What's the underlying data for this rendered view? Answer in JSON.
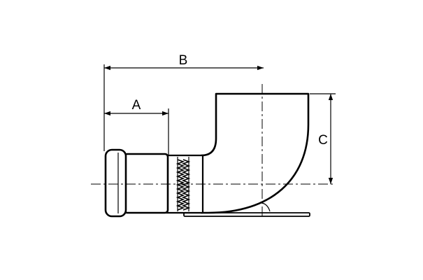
{
  "dimensions": {
    "a": {
      "label": "A"
    },
    "b": {
      "label": "B"
    },
    "c": {
      "label": "C"
    }
  },
  "colors": {
    "line": "#000000",
    "background": "#ffffff"
  }
}
